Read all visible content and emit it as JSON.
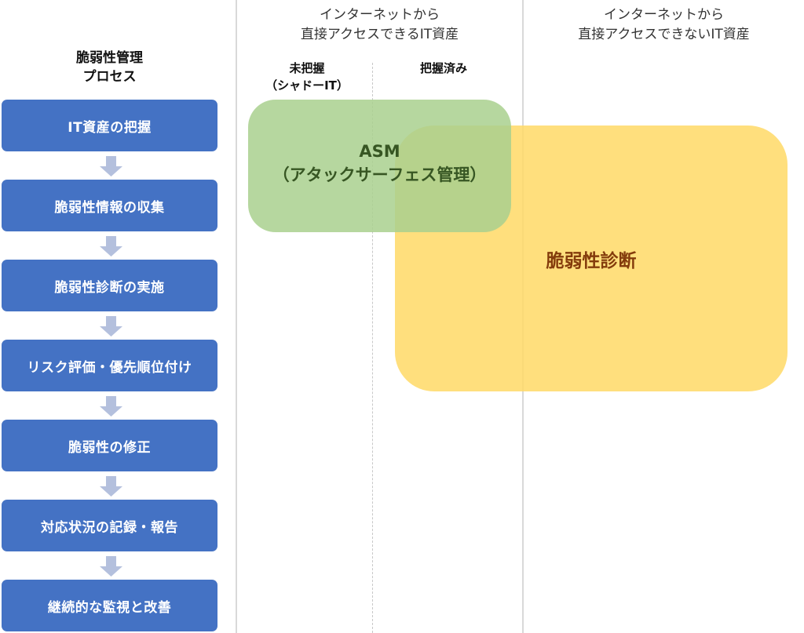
{
  "process": {
    "title_line1": "脆弱性管理",
    "title_line2": "プロセス",
    "steps": [
      {
        "label": "IT資産の把握"
      },
      {
        "label": "脆弱性情報の収集"
      },
      {
        "label": "脆弱性診断の実施"
      },
      {
        "label": "リスク評価・優先順位付け"
      },
      {
        "label": "脆弱性の修正"
      },
      {
        "label": "対応状況の記録・報告"
      },
      {
        "label": "継続的な監視と改善"
      }
    ],
    "arrow_icon": "down-arrow-icon"
  },
  "columns": {
    "internet_facing": {
      "line1": "インターネットから",
      "line2": "直接アクセスできるIT資産",
      "sub_unknown_line1": "未把握",
      "sub_unknown_line2": "（シャドーIT）",
      "sub_known": "把握済み"
    },
    "not_internet_facing": {
      "line1": "インターネットから",
      "line2": "直接アクセスできないIT資産"
    }
  },
  "areas": {
    "asm": {
      "line1": "ASM",
      "line2": "（アタックサーフェス管理）",
      "color": "#a9d08e",
      "text_color": "#375623"
    },
    "vuln_diag": {
      "label": "脆弱性診断",
      "color": "#ffd966",
      "text_color": "#843c0c"
    }
  },
  "colors": {
    "step_box": "#4472c4",
    "arrow": "#b4c0dd",
    "divider": "#d9d9d9"
  }
}
